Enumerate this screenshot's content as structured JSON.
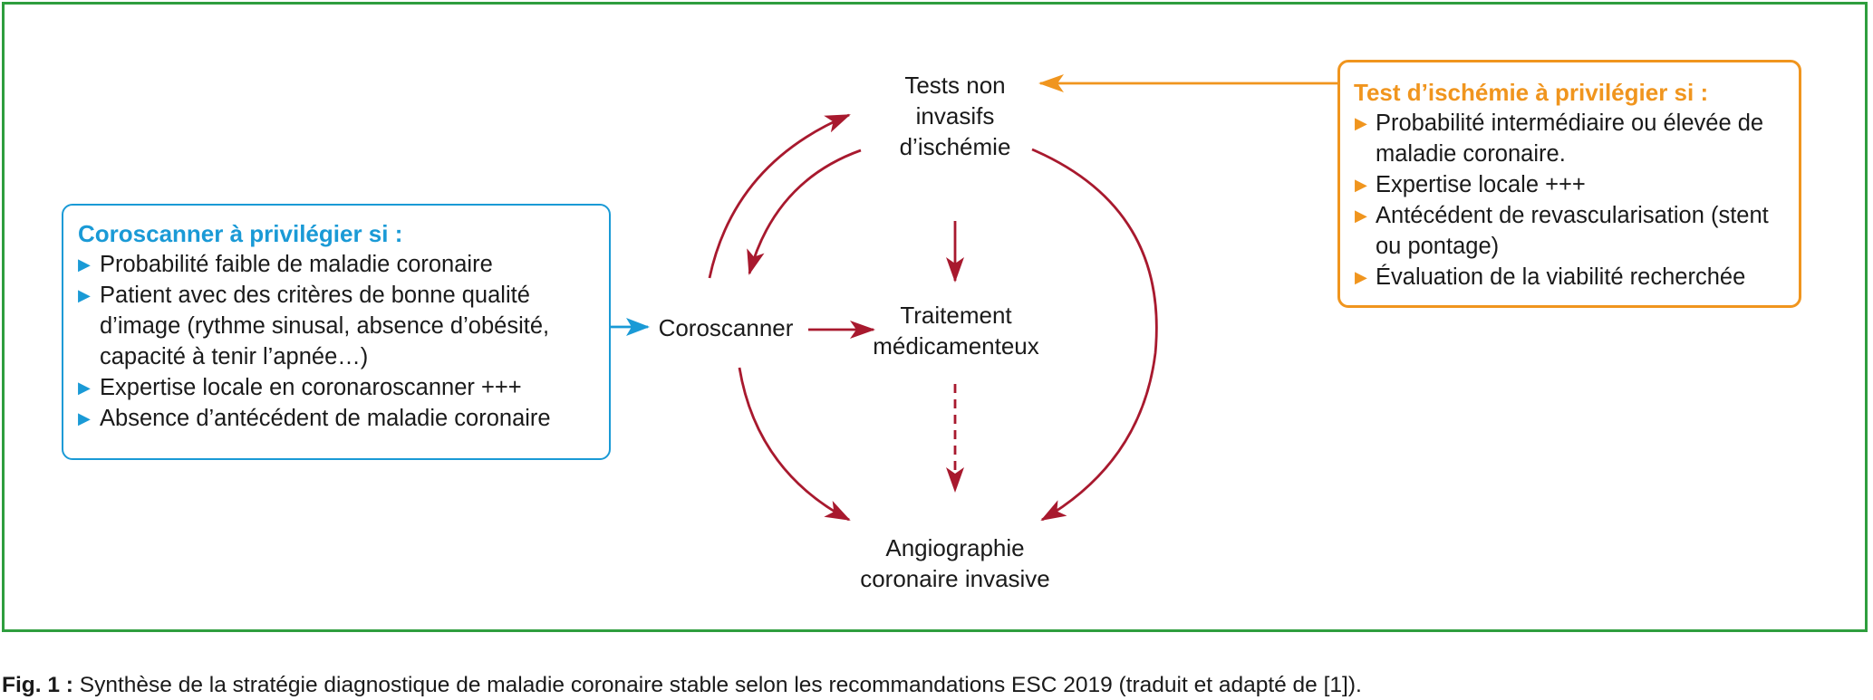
{
  "nodes": {
    "tests": "Tests non invasifs d’ischémie",
    "coroscanner": "Coroscanner",
    "traitement": "Traitement médicamenteux",
    "angiographie": "Angiographie coronaire invasive"
  },
  "coroscanner_box": {
    "title": "Coroscanner à privilégier si :",
    "items": [
      "Probabilité faible de maladie coronaire",
      "Patient avec des critères de bonne qualité d’image (rythme sinusal, absence d’obésité, capacité à tenir l’apnée…)",
      "Expertise locale en coronaroscanner +++",
      "Absence d’antécédent de maladie coronaire"
    ]
  },
  "ischemie_box": {
    "title": "Test d’ischémie à privilégier si :",
    "items": [
      "Probabilité intermédiaire ou élevée de maladie coronaire.",
      "Expertise locale +++",
      "Antécédent de revascularisation (stent ou pontage)",
      "Évaluation de la viabilité recherchée"
    ]
  },
  "caption": {
    "label": "Fig. 1 :",
    "text": "Synthèse de la stratégie diagnostique de maladie coronaire stable selon les recommandations ESC 2019 (traduit et adapté de [1])."
  },
  "colors": {
    "frame": "#2e9e3e",
    "flow_arrow": "#a8192e",
    "blue": "#1a9ad6",
    "orange": "#f0951e"
  },
  "icons": {
    "bullet": "triangle-right-icon"
  }
}
